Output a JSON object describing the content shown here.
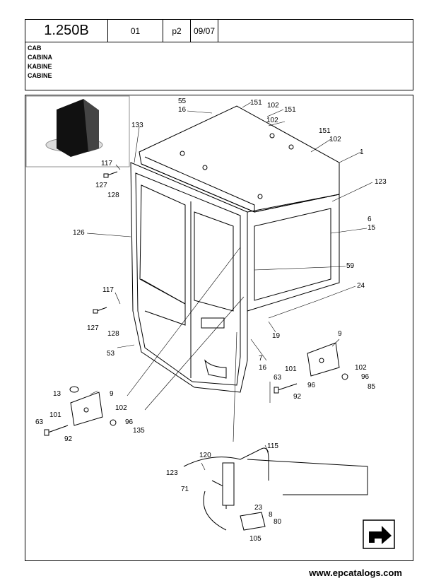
{
  "header": {
    "code": "1.250B",
    "rev": "01",
    "page": "p2",
    "date": "09/07"
  },
  "titles": [
    "CAB",
    "CABINA",
    "KABINE",
    "CABINE"
  ],
  "callouts": [
    "1",
    "6",
    "7",
    "8",
    "9",
    "13",
    "15",
    "16",
    "19",
    "23",
    "24",
    "53",
    "55",
    "59",
    "63",
    "71",
    "80",
    "85",
    "92",
    "96",
    "101",
    "102",
    "105",
    "115",
    "117",
    "120",
    "123",
    "126",
    "127",
    "128",
    "133",
    "135",
    "151"
  ],
  "footer": {
    "site": "www.epcatalogs.com"
  },
  "icons": [
    "cab-thumbnail",
    "next-page-arrow-icon"
  ]
}
